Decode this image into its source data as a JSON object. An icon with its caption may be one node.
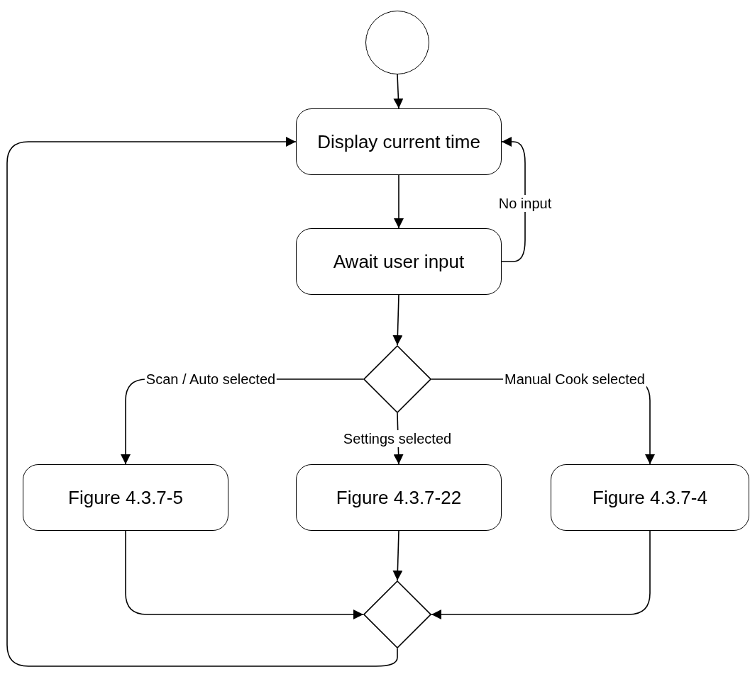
{
  "diagram": {
    "nodes": [
      {
        "text": [],
        "shape": "circle"
      },
      {
        "text": [
          "Display current time"
        ]
      },
      {
        "text": [
          "Await user input"
        ]
      },
      {
        "text": [],
        "shape": "diamond"
      },
      {
        "text": [
          "Figure 4.3.7-5"
        ]
      },
      {
        "text": [
          "Figure 4.3.7-22"
        ]
      },
      {
        "text": [
          "Figure 4.3.7-4"
        ]
      },
      {
        "text": [],
        "shape": "diamond"
      }
    ],
    "edges": [
      {
        "from": 0,
        "to": 1,
        "arrow": "to"
      },
      {
        "from": 1,
        "to": 2,
        "arrow": "to"
      },
      {
        "from": 2,
        "to": 1,
        "arrow": "to",
        "label": "No input"
      },
      {
        "from": 2,
        "to": 3,
        "arrow": "to"
      },
      {
        "from": 3,
        "to": 4,
        "arrow": "to",
        "label": "Scan / Auto selected"
      },
      {
        "from": 3,
        "to": 5,
        "arrow": "to",
        "label": "Settings selected"
      },
      {
        "from": 3,
        "to": 6,
        "arrow": "to",
        "label": "Manual Cook selected"
      },
      {
        "from": 4,
        "to": 7,
        "arrow": "to"
      },
      {
        "from": 5,
        "to": 7,
        "arrow": "to"
      },
      {
        "from": 6,
        "to": 7,
        "arrow": "to"
      },
      {
        "from": 7,
        "to": 1,
        "arrow": "to"
      }
    ]
  }
}
